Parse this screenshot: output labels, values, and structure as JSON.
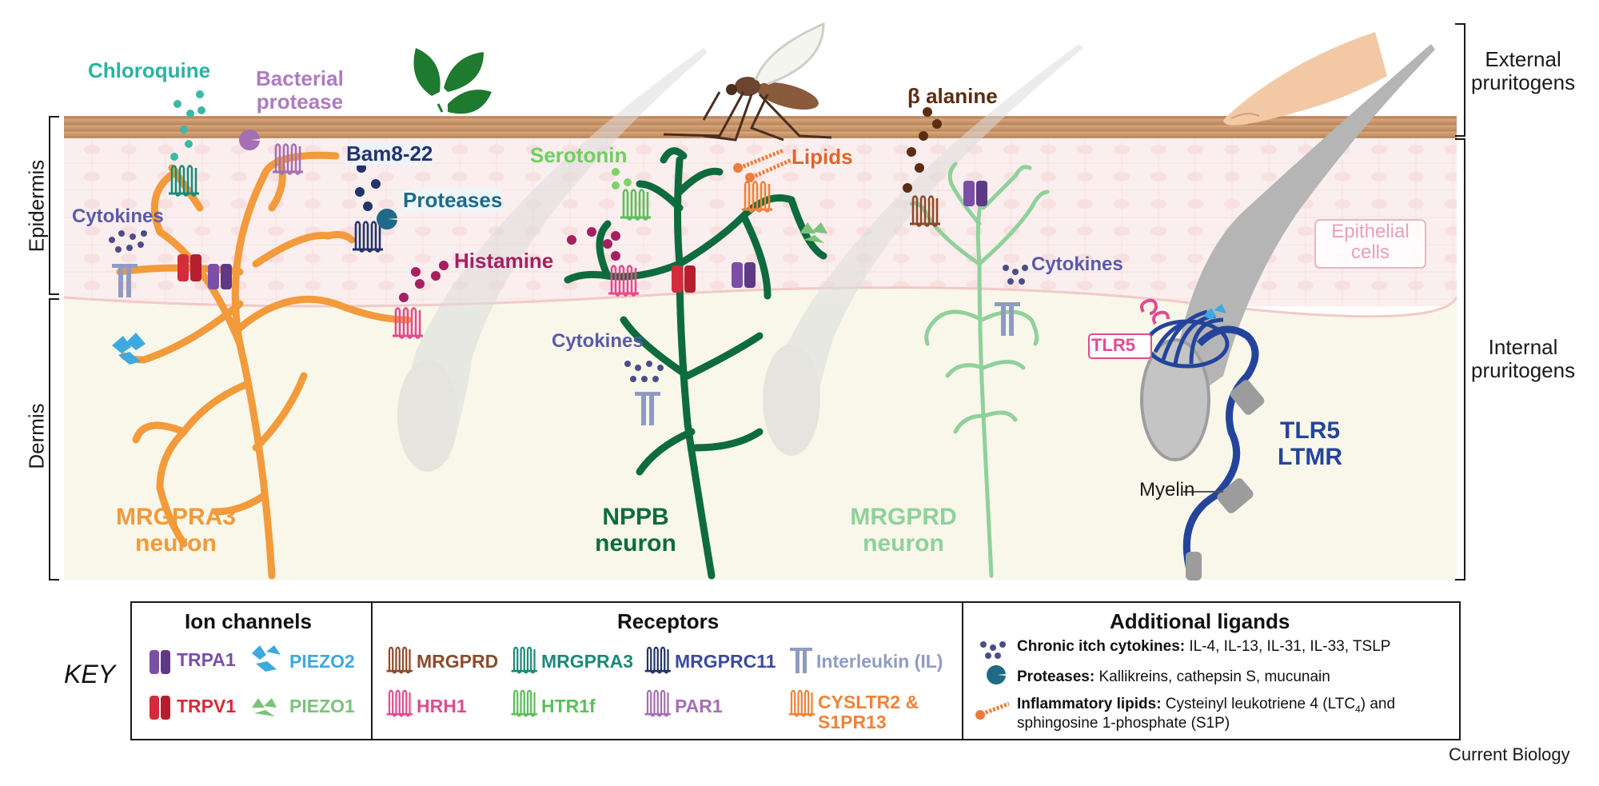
{
  "labels": {
    "external": "External\npruritogens",
    "internal": "Internal\npruritogens",
    "epidermis": "Epidermis",
    "dermis": "Dermis",
    "chloroquine": "Chloroquine",
    "bacterial_protease": "Bacterial\nprotease",
    "bam": "Bam8-22",
    "proteases": "Proteases",
    "cytokines": "Cytokines",
    "histamine": "Histamine",
    "serotonin": "Serotonin",
    "lipids": "Lipids",
    "beta_alanine": "β alanine",
    "epithelial_cells": "Epithelial\ncells",
    "tlr5": "TLR5",
    "tlr5_ltmr": "TLR5\nLTMR",
    "myelin": "Myelin",
    "mrgpra3_neuron": "MRGPRA3\nneuron",
    "nppb_neuron": "NPPB\nneuron",
    "mrgprd_neuron": "MRGPRD\nneuron",
    "key": "KEY",
    "credit": "Current Biology"
  },
  "key": {
    "ion_channels_title": "Ion channels",
    "receptors_title": "Receptors",
    "ligands_title": "Additional ligands",
    "trpa1": "TRPA1",
    "piezo2": "PIEZO2",
    "trpv1": "TRPV1",
    "piezo1": "PIEZO1",
    "mrgprd": "MRGPRD",
    "mrgpra3": "MRGPRA3",
    "mrgprc11": "MRGPRC11",
    "interleukin": "Interleukin (IL)",
    "hrh1": "HRH1",
    "htr1f": "HTR1f",
    "par1": "PAR1",
    "cysltr2": "CYSLTR2 &\nS1PR13",
    "cyto_bold": "Chronic itch cytokines:",
    "cyto_text": " IL-4, IL-13, IL-31, IL-33, TSLP",
    "prot_bold": "Proteases:",
    "prot_text": " Kallikreins, cathepsin S, mucunain",
    "lipid_bold": "Inflammatory lipids:",
    "lipid_text1": " Cysteinyl leukotriene 4 (LTC",
    "lipid_sub": "4",
    "lipid_text2": ") and",
    "lipid_text3": "sphingosine 1-phosphate (S1P)"
  },
  "colors": {
    "mrgpra3": "#f39a3a",
    "nppb": "#0e6b3d",
    "mrgprd_neuron": "#8fd19a",
    "tlr5": "#24449c",
    "skin_top": "#c9966b",
    "epidermis_bg": "#fbeeee",
    "dermis_bg": "#f8f7ea",
    "trpa1": "#7b4fa6",
    "trpv1": "#d62b3a",
    "piezo2": "#3ea9df",
    "piezo1": "#7cc27a",
    "mrgprd_rec": "#8b4b2b",
    "mrgpra3_rec": "#1a8a7a",
    "mrgprc11_rec": "#23336b",
    "il_rec": "#8f9bc3",
    "hrh1": "#e24b8e",
    "htr1f": "#5bbf5a",
    "par1": "#a46fb3",
    "cysltr2": "#f0823a",
    "cytokine_dot": "#4b4d8a",
    "protease": "#1f6b87",
    "lipid": "#f07b3a"
  }
}
